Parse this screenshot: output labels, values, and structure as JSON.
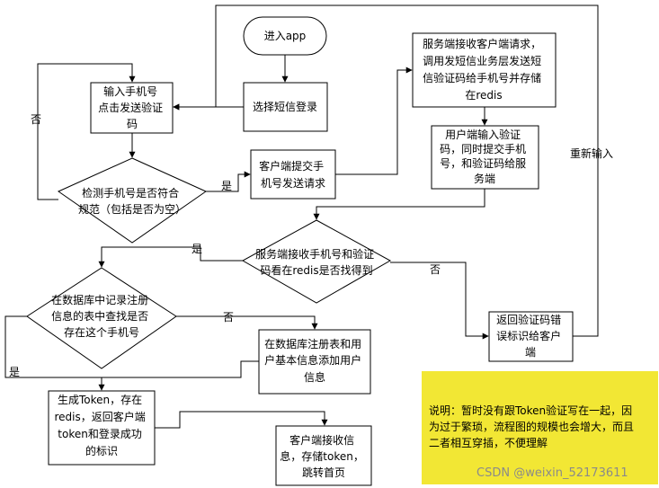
{
  "nodes": {
    "enter_app": "进入app",
    "select_sms": "选择短信登录",
    "input_phone": [
      "输入手机号",
      "点击发送验证",
      "码"
    ],
    "check_phone": [
      "检测手机号是否符合",
      "规范（包括是否为空）"
    ],
    "client_submit": [
      "客户端提交手",
      "机号发送请求"
    ],
    "server_receive_request": [
      "服务端接收客户端请求，",
      "调用发短信业务层发送短",
      "信验证码给手机号并存储",
      "在redis"
    ],
    "user_input_code": [
      "用户端输入验证",
      "码，同时提交手机",
      "号，和验证码给服",
      "务端"
    ],
    "server_check_redis": [
      "服务端接收手机号和验证",
      "码看在redis是否找得到"
    ],
    "query_registered": [
      "在数据库中记录注册",
      "信息的表中查找是否",
      "存在这个手机号"
    ],
    "return_error": [
      "返回验证码错",
      "误标识给客户",
      "端"
    ],
    "add_user": [
      "在数据库注册表和用",
      "户基本信息添加用户",
      "信息"
    ],
    "generate_token": [
      "生成Token，存在",
      "redis，返回客户端",
      "token和登录成功",
      "的标识"
    ],
    "client_receive": [
      "客户端接收信",
      "息，存储token，",
      "跳转首页"
    ]
  },
  "edge_labels": {
    "no_left": "否",
    "yes_submit": "是",
    "reenter": "重新输入",
    "yes_found": "是",
    "no_found": "否",
    "no_exists": "否",
    "yes_exists": "是"
  },
  "note": [
    "说明：暂时没有跟Token验证写在一起，因",
    "为过于繁琐，流程图的规模也会增大，而且",
    "二者相互穿插，不便理解"
  ],
  "watermark": "CSDN @weixin_52173611",
  "colors": {
    "line": "#000000",
    "note_bg": "#f2e734",
    "watermark": "#8a8a8a"
  }
}
